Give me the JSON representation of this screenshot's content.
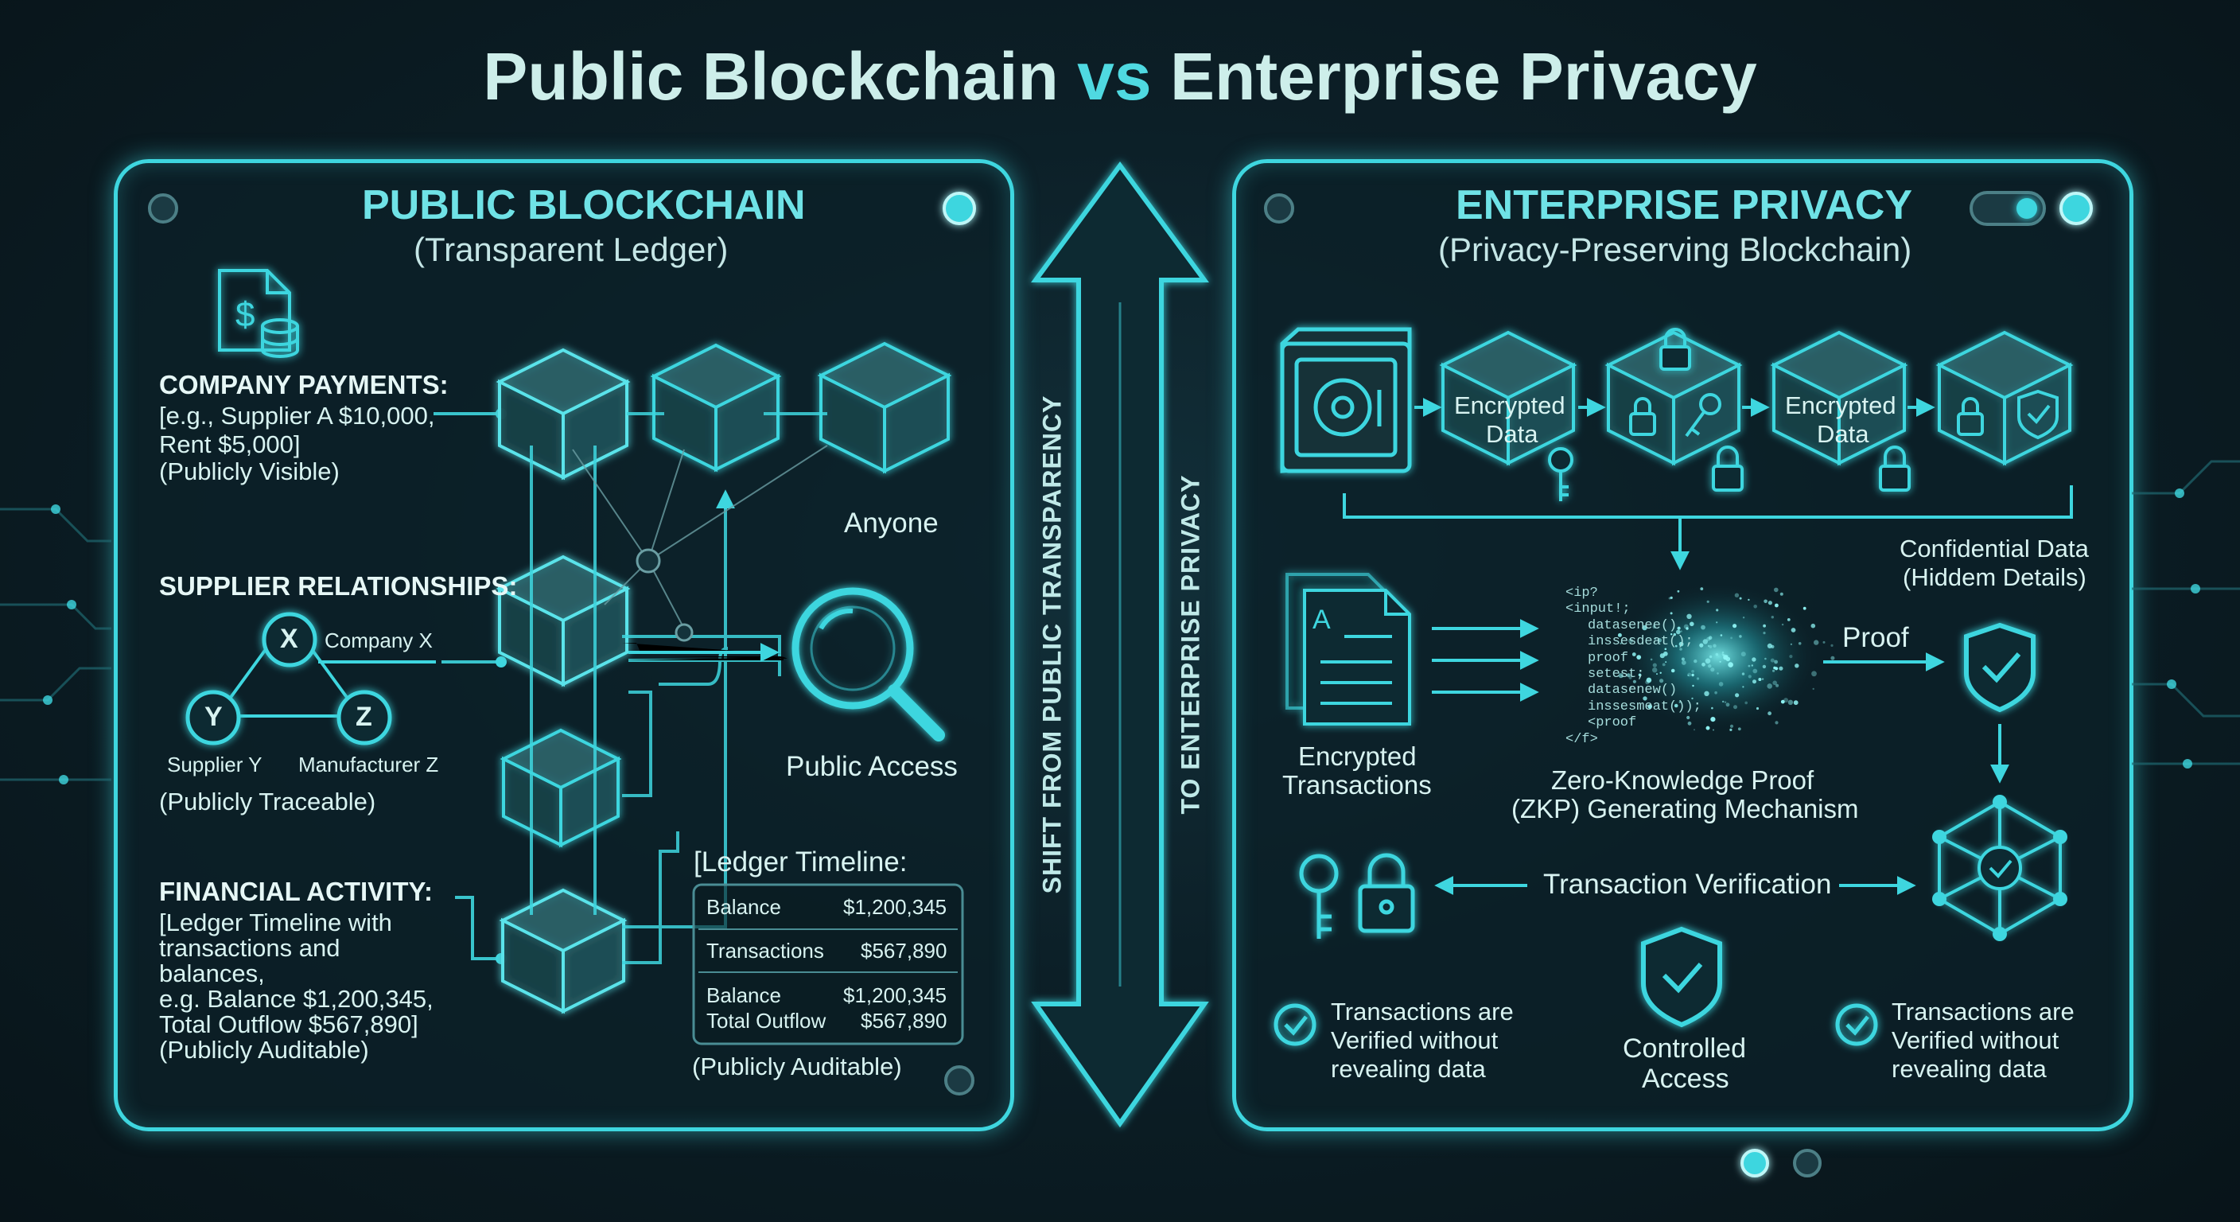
{
  "title": {
    "main": "Public Blockchain",
    "vs": "vs",
    "rest": "Enterprise Privacy"
  },
  "left_panel": {
    "title": "PUBLIC BLOCKCHAIN",
    "subtitle": "(Transparent Ledger)",
    "company_payments": {
      "label": "COMPANY PAYMENTS:",
      "line1": "[e.g., Supplier A $10,000,",
      "line2": "Rent $5,000]",
      "line3": "(Publicly Visible)"
    },
    "supplier_relationships": {
      "label": "SUPPLIER RELATIONSHIPS:",
      "node_x": "X",
      "node_y": "Y",
      "node_z": "Z",
      "company_x": "Company X",
      "supplier_y": "Supplier Y",
      "manufacturer_z": "Manufacturer Z",
      "note": "(Publicly Traceable)"
    },
    "financial_activity": {
      "label": "FINANCIAL ACTIVITY:",
      "line1": "[Ledger Timeline with",
      "line2": "transactions and",
      "line3": "balances,",
      "line4": "e.g. Balance $1,200,345,",
      "line5": "Total Outflow $567,890]",
      "line6": "(Publicly Auditable)"
    },
    "anyone": "Anyone",
    "public_access": "Public Access",
    "ledger": {
      "heading": "[Ledger Timeline:",
      "rows": [
        {
          "k": "Balance",
          "v": "$1,200,345"
        },
        {
          "k": "Transactions",
          "v": "$567,890"
        },
        {
          "k": "Balance",
          "v": "$1,200,345"
        },
        {
          "k": "Total Outflow",
          "v": "$567,890"
        }
      ],
      "note": "(Publicly Auditable)"
    }
  },
  "center": {
    "left_text": "SHIFT FROM PUBLIC TRANSPARENCY",
    "right_text": "TO ENTERPRISE PRIVACY"
  },
  "right_panel": {
    "title": "ENTERPRISE PRIVACY",
    "subtitle": "(Privacy-Preserving Blockchain)",
    "encrypted_data_1": {
      "l1": "Encrypted",
      "l2": "Data"
    },
    "encrypted_data_2": {
      "l1": "Encrypted",
      "l2": "Data"
    },
    "confidential": {
      "l1": "Confidential Data",
      "l2": "(Hiddem Details)"
    },
    "encrypted_transactions": {
      "l1": "Encrypted",
      "l2": "Transactions"
    },
    "doc_letter": "A",
    "code_lines": [
      "<ip?",
      "<input!;",
      "datasenee()",
      "inssesdeat();",
      "proof",
      "setest;",
      "datasenew()",
      "inssesmeat());",
      "<proof",
      "</f>"
    ],
    "zkp": {
      "l1": "Zero-Knowledge Proof",
      "l2": "(ZKP) Generating Mechanism"
    },
    "proof": "Proof",
    "transaction_verification": "Transaction Verification",
    "verified_left": {
      "l1": "Transactions are",
      "l2": "Verified without",
      "l3": "revealing data"
    },
    "controlled_access": {
      "l1": "Controlled",
      "l2": "Access"
    },
    "verified_right": {
      "l1": "Transactions are",
      "l2": "Verified without",
      "l3": "revealing data"
    }
  },
  "colors": {
    "accent": "#3ed6df",
    "text": "#d8f3f1",
    "background": "#0b1b22"
  }
}
